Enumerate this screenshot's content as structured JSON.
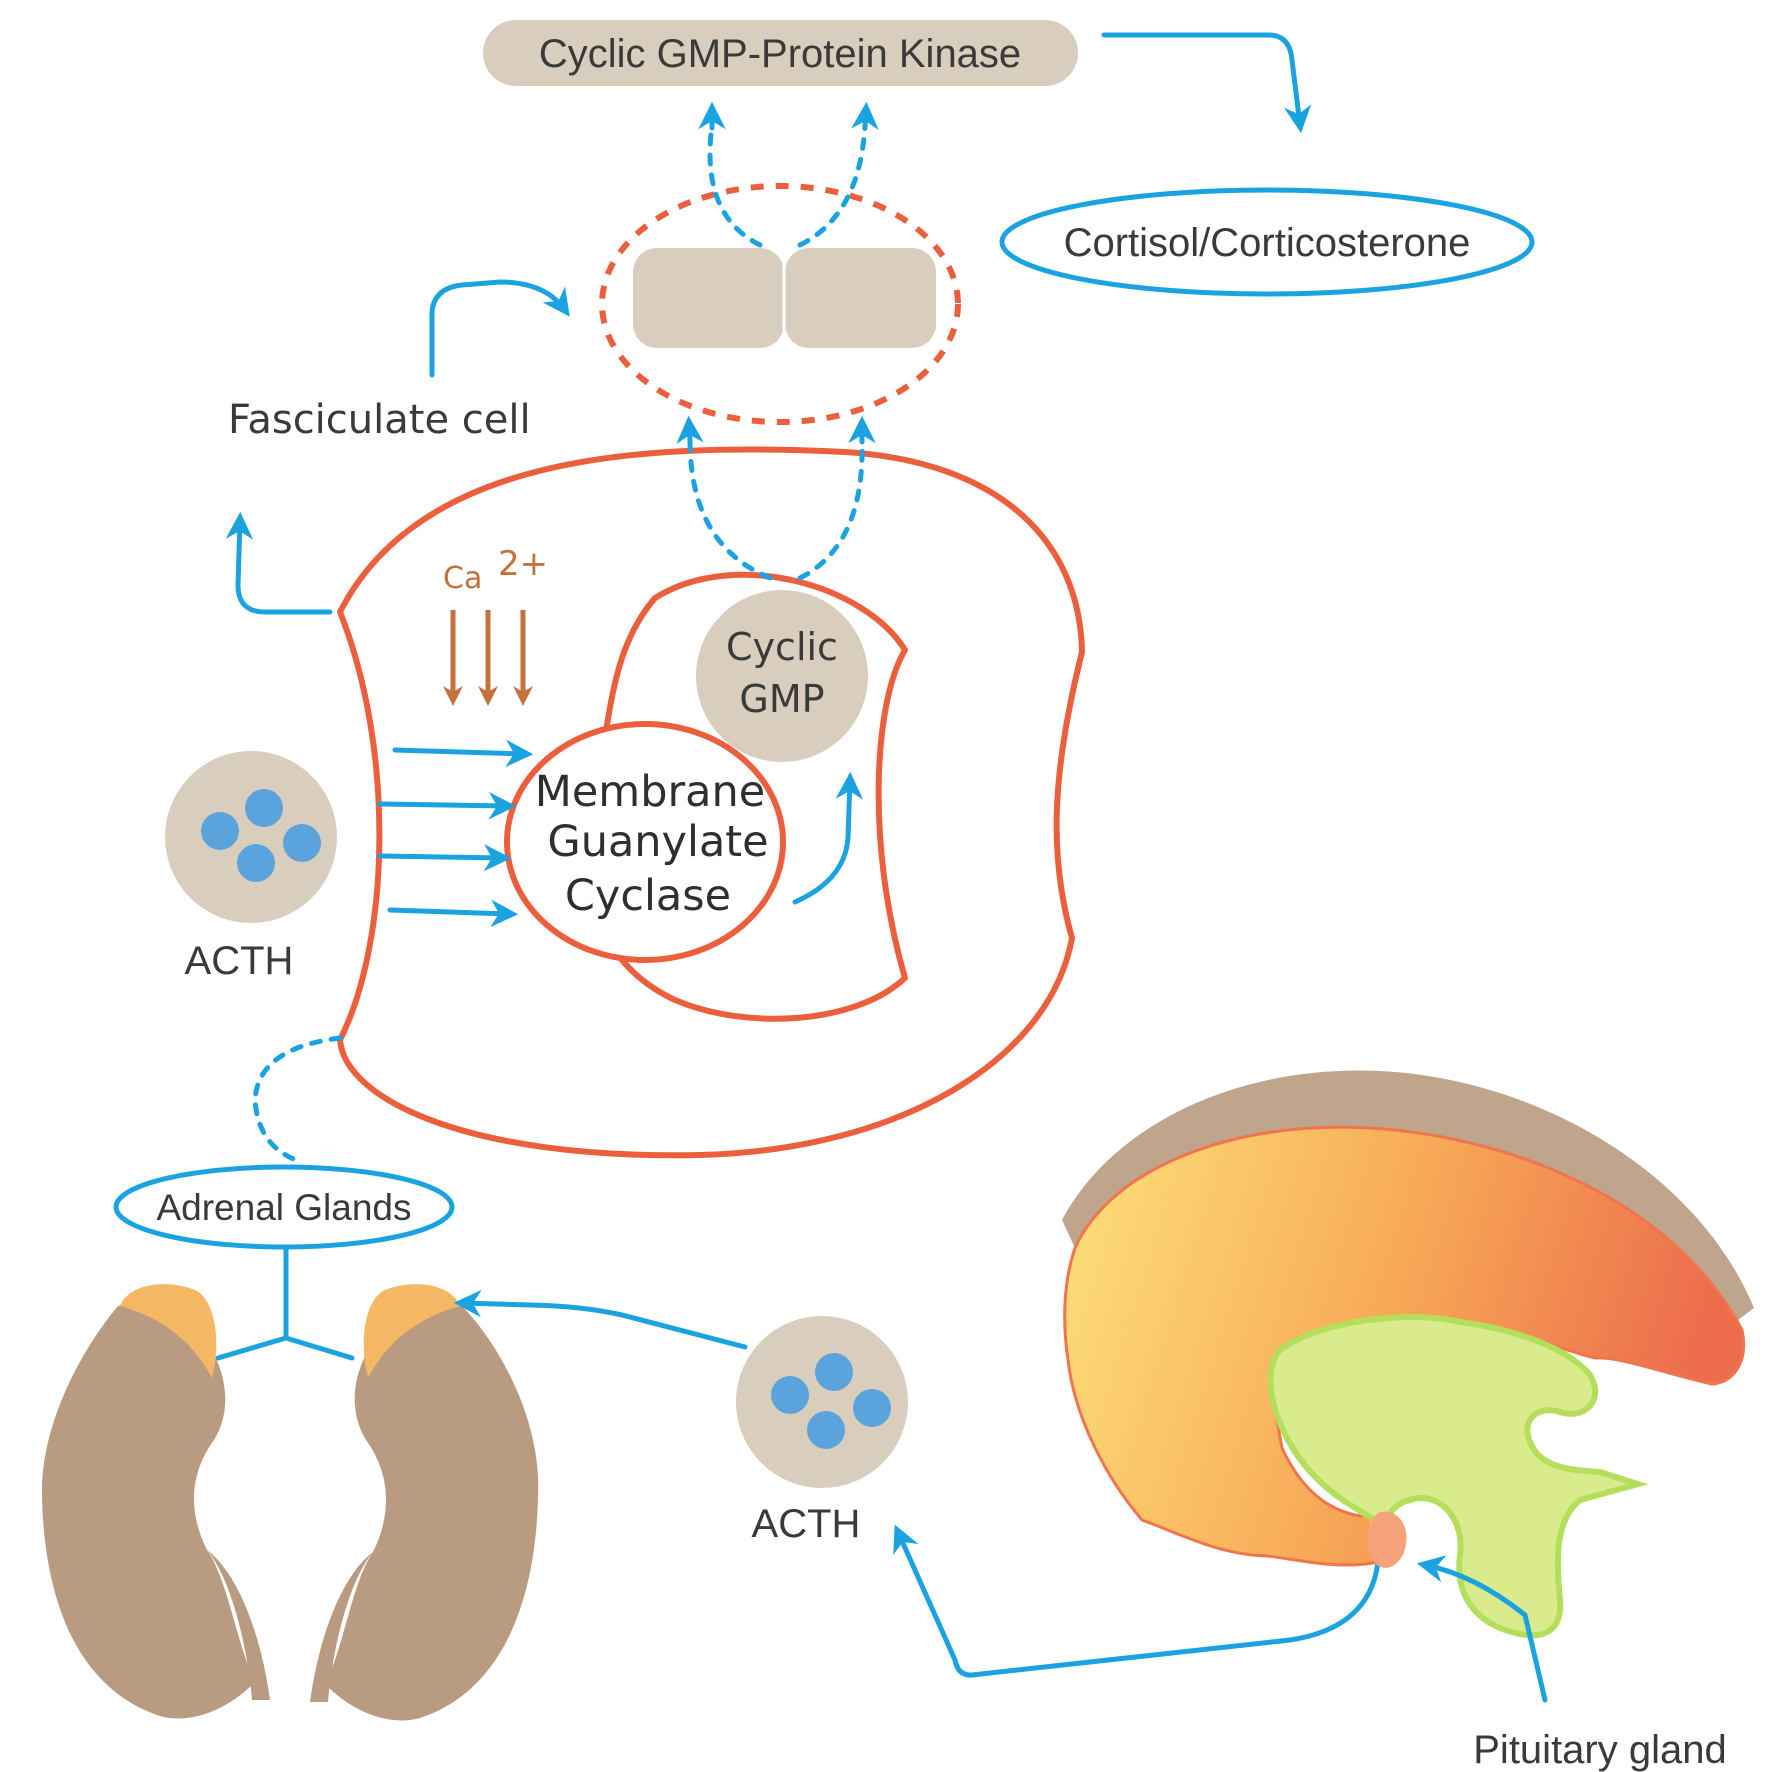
{
  "labels": {
    "kinase": "Cyclic  GMP-Protein Kinase",
    "cortisol": "Cortisol/Corticosterone",
    "fasciculate": "Fasciculate cell",
    "calcium_base": "Ca",
    "calcium_charge": "2+",
    "cgmp_line1": "Cyclic",
    "cgmp_line2": "GMP",
    "mgc_line1": "Membrane",
    "mgc_line2": "Guanylate",
    "mgc_line3": "Cyclase",
    "acth_cell": "ACTH",
    "adrenal": "Adrenal Glands",
    "acth_blood": "ACTH",
    "pituitary": "Pituitary gland"
  },
  "colors": {
    "arrow": "#1aa3e0",
    "cell_membrane": "#ec5f3d",
    "protein": "#d9cdbd",
    "calcium_arrow": "#c5713b",
    "kidney": "#b89b80",
    "adrenal_cap": "#f4b763",
    "hormone_dot": "#5aa3dc",
    "brain_gradient_start": "#fde27a",
    "brain_gradient_end": "#ec6c4c",
    "brain_inner": "#d9eb8c",
    "pituitary_body": "#f5a17a"
  },
  "icons": [
    "kidney-icon",
    "brain-icon",
    "pituitary-icon",
    "acth-molecule-icon"
  ]
}
